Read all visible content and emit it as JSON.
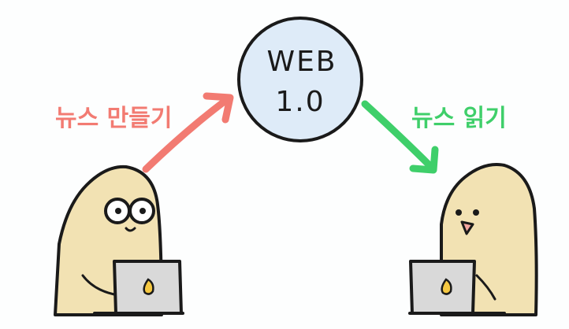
{
  "hub": {
    "line1": "WEB",
    "line2": "1.0"
  },
  "creator": {
    "label": "뉴스 만들기"
  },
  "reader": {
    "label": "뉴스 읽기"
  },
  "colors": {
    "hub_fill": "#deebf8",
    "outline": "#1a1a1a",
    "skin": "#f2e2b3",
    "laptop": "#d9d9d9",
    "create_arrow": "#f27b72",
    "read_arrow": "#3fcf6a",
    "beak": "#f3a6a0",
    "logo": "#f5c842"
  },
  "icons": [
    "creator-character",
    "reader-character",
    "laptop-icon",
    "arrow"
  ]
}
